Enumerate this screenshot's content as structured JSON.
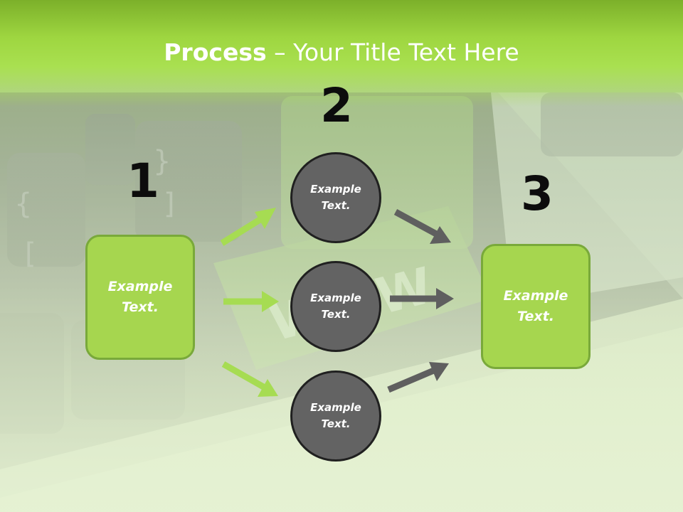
{
  "title": {
    "bold": "Process",
    "rest": " – Your Title Text Here"
  },
  "steps": [
    {
      "number": "1",
      "text": "Example Text."
    },
    {
      "number": "2",
      "text": ""
    },
    {
      "number": "3",
      "text": "Example Text."
    }
  ],
  "circles": [
    {
      "text": "Example Text."
    },
    {
      "text": "Example Text."
    },
    {
      "text": "Example Text."
    }
  ],
  "colors": {
    "green_box": "#a6d64f",
    "green_arrow": "#a6dc52",
    "gray_circle": "#636363",
    "gray_arrow": "#5f5f5f"
  }
}
